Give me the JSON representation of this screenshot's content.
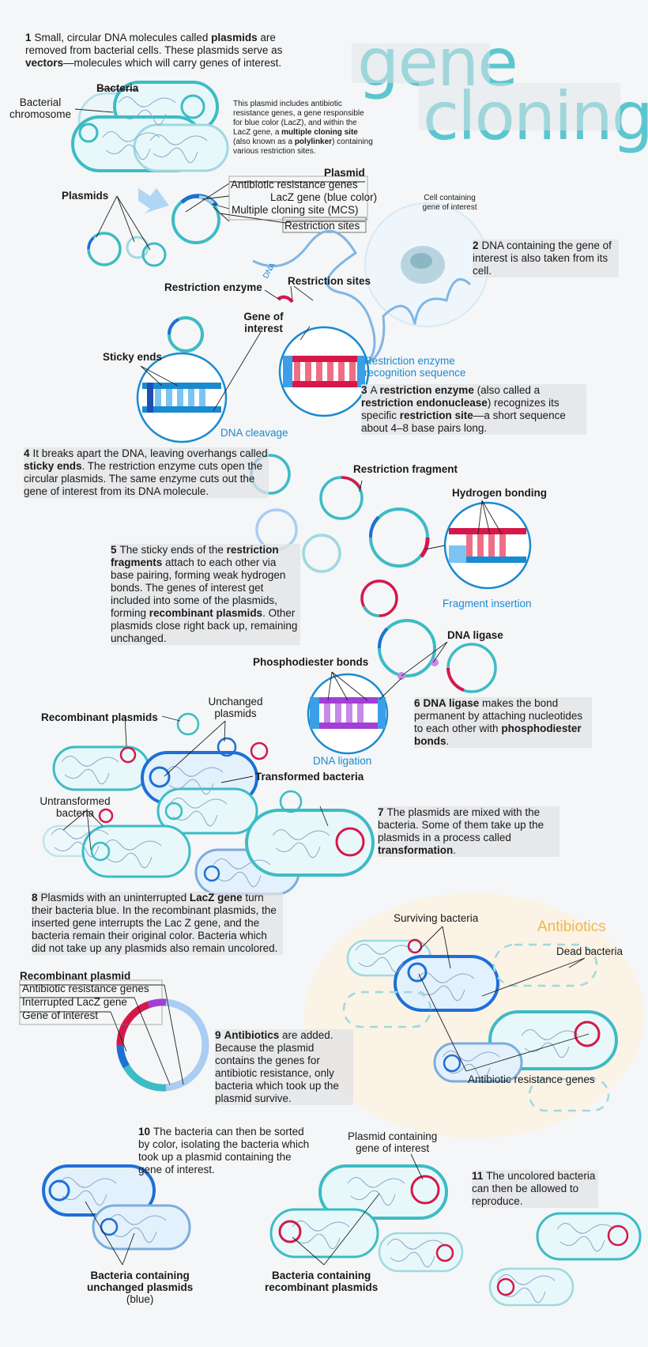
{
  "title": {
    "line1": "gene",
    "line2": "cloning"
  },
  "step1": {
    "num": "1",
    "t1": "Small, circular DNA molecules called ",
    "b1": "plasmids",
    "t2": " are removed from bacterial cells. These plasmids serve as ",
    "b2": "vectors",
    "t3": "—molecules which will carry genes of interest."
  },
  "labels_top": {
    "bacteria": "Bacteria",
    "chromosome": "Bacterial chromosome",
    "plasmids": "Plasmids"
  },
  "plasmid_note": {
    "t1": "This plasmid includes antibiotic resistance genes, a gene responsible for blue color (LacZ), and within the LacZ gene, a ",
    "b1": "multiple cloning site",
    "t2": " (also known as a ",
    "b2": "polylinker",
    "t3": ") containing various restriction sites."
  },
  "plasmid_key": {
    "title": "Plasmid",
    "arg": "Antibiotic resistance genes",
    "lacz": "LacZ gene",
    "lacz_note": " (blue color)",
    "mcs": "Multiple cloning site",
    "mcs_note": " (MCS)",
    "rs": "Restriction sites"
  },
  "cell": {
    "label": "Cell containing gene of interest",
    "dna": "DNA"
  },
  "step2": {
    "num": "2",
    "text": "DNA containing the gene of interest is also taken from its cell."
  },
  "cut": {
    "re": "Restriction enzyme",
    "rs": "Restriction sites",
    "goi": "Gene of interest",
    "sticky": "Sticky ends",
    "recog": "Restriction enzyme recognition sequence",
    "cleavage": "DNA cleavage"
  },
  "step3": {
    "num": "3",
    "t1": "A ",
    "b1": "restriction enzyme",
    "t2": " (also called a ",
    "b2": "restriction endonuclease",
    "t3": ") recognizes its specific ",
    "b3": "restriction site",
    "t4": "—a short sequence about 4–8 base pairs long."
  },
  "step4": {
    "num": "4",
    "t1": "It breaks apart the DNA, leaving overhangs called ",
    "b1": "sticky ends",
    "t2": ". The restriction enzyme cuts open the circular plasmids. The same enzyme cuts out the gene of interest from its DNA molecule."
  },
  "frag": {
    "rf": "Restriction fragment",
    "hb": "Hydrogen bonding",
    "fi": "Fragment insertion"
  },
  "step5": {
    "num": "5",
    "t1": "The sticky ends of the ",
    "b1": "restriction fragments",
    "t2": " attach to each other via base pairing, forming weak hydrogen bonds. The genes of interest get included into some of the plasmids, forming ",
    "b2": "recombinant plasmids",
    "t3": ". Other plasmids close right back up, remaining unchanged."
  },
  "lig": {
    "ligase": "DNA ligase",
    "pd": "Phosphodiester bonds",
    "ligation": "DNA ligation"
  },
  "step6": {
    "num": "6",
    "b1": "DNA ligase",
    "t1": " makes the bond permanent by attaching nucleotides to each other with ",
    "b2": "phosphodiester bonds",
    "t2": "."
  },
  "trans": {
    "recomb": "Recombinant plasmids",
    "unchanged": "Unchanged plasmids",
    "transformed": "Transformed bacteria",
    "untransformed": "Untransformed bacteria"
  },
  "step7": {
    "num": "7",
    "t1": "The plasmids are mixed with the bacteria. Some of them take up the plasmids in a process called ",
    "b1": "transformation",
    "t2": "."
  },
  "step8": {
    "num": "8",
    "t1": "Plasmids with an uninterrupted ",
    "b1": "LacZ gene",
    "t2": " turn their bacteria blue. In the recombinant plasmids, the inserted gene interrupts the Lac Z gene, and the bacteria remain their original color. Bacteria which did not take up any plasmids also remain uncolored."
  },
  "rkey": {
    "title": "Recombinant plasmid",
    "arg": "Antibiotic resistance genes",
    "lacz": "Interrupted LacZ gene",
    "goi": "Gene of interest"
  },
  "anti": {
    "title": "Antibiotics",
    "surviving": "Surviving bacteria",
    "dead": "Dead bacteria",
    "arg": "Antibiotic resistance genes"
  },
  "step9": {
    "num": "9",
    "b1": "Antibiotics",
    "t1": " are added. Because the plasmid contains the genes for antibiotic resistance, only bacteria which took up the plasmid survive."
  },
  "step10": {
    "num": "10",
    "text": "The bacteria can then be sorted by color, isolating the bacteria which took up a plasmid containing the gene of interest."
  },
  "sort": {
    "pc_b": "Plasmid",
    "pc_t": " containing",
    "pc_b2": "gene of interest",
    "unch1": "Bacteria containing",
    "unch2": "unchanged plasmids",
    "unch3": "(blue)",
    "rec1": "Bacteria containing",
    "rec2": "recombinant plasmids"
  },
  "step11": {
    "num": "11",
    "text": "The uncolored bacteria can then be allowed to reproduce."
  },
  "colors": {
    "teal": "#3cbcc4",
    "blue": "#1e6fd6",
    "lightblue": "#a9cdf3",
    "red": "#d6174a",
    "purple": "#a23fd6",
    "orange": "#f0b64a"
  }
}
